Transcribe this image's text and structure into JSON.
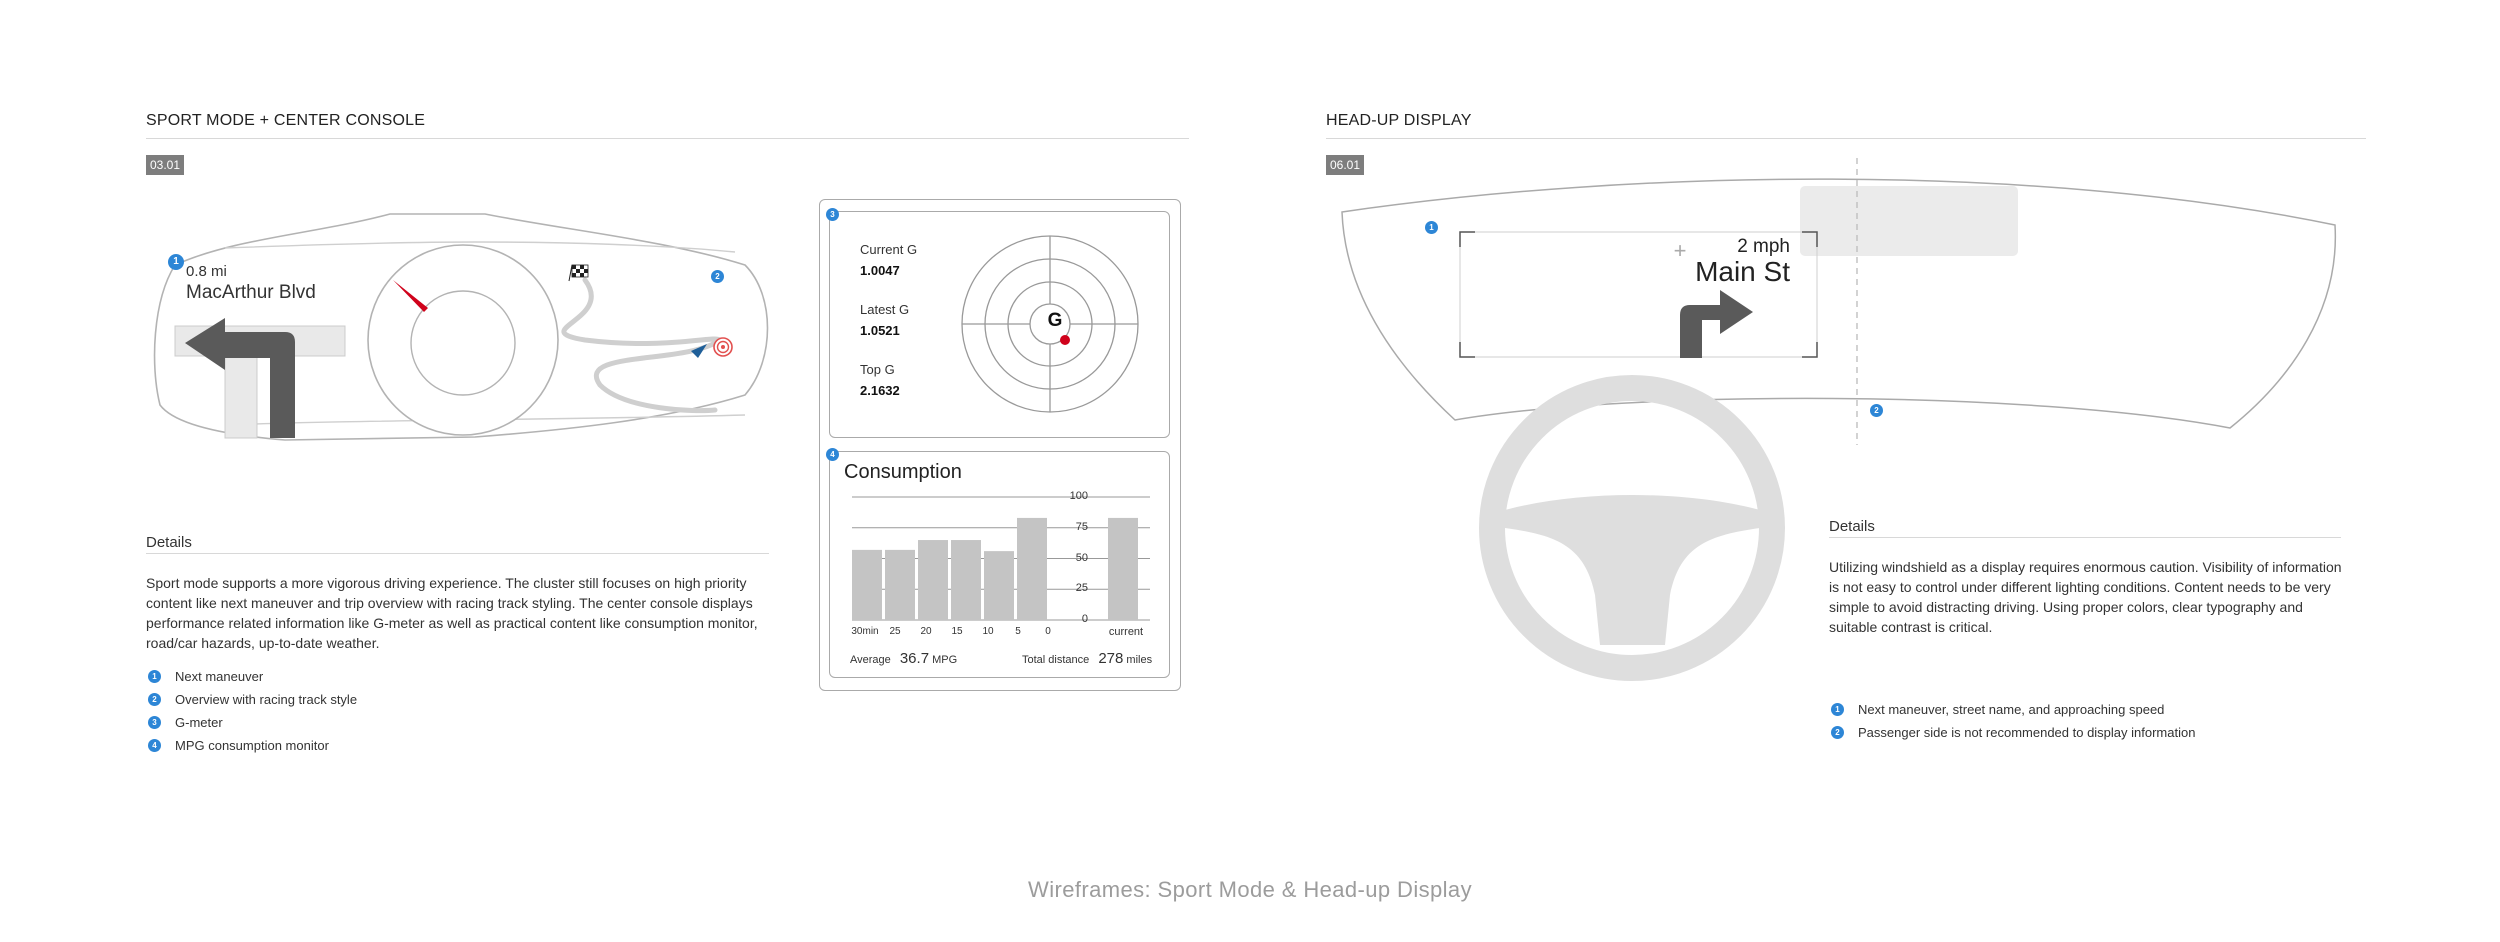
{
  "left_section": {
    "title": "SPORT MODE + CENTER CONSOLE",
    "tag": "03.01",
    "cluster": {
      "distance": "0.8 mi",
      "street": "MacArthur Blvd"
    },
    "details_title": "Details",
    "details_text": "Sport mode supports a more vigorous driving experience. The cluster still focuses on high priority content like next maneuver and trip overview with racing track styling. The center console displays performance related information like G-meter as well as practical content like consumption monitor, road/car hazards, up-to-date weather.",
    "legend": [
      {
        "num": "1",
        "label": "Next maneuver"
      },
      {
        "num": "2",
        "label": "Overview with racing track style"
      },
      {
        "num": "3",
        "label": "G-meter"
      },
      {
        "num": "4",
        "label": "MPG consumption monitor"
      }
    ]
  },
  "console": {
    "gmeter": {
      "current_label": "Current G",
      "current_value": "1.0047",
      "latest_label": "Latest G",
      "latest_value": "1.0521",
      "top_label": "Top G",
      "top_value": "2.1632",
      "center_letter": "G"
    },
    "consumption": {
      "title": "Consumption",
      "average_label": "Average",
      "average_value": "36.7",
      "average_unit": "MPG",
      "distance_label": "Total distance",
      "distance_value": "278",
      "distance_unit": "miles"
    }
  },
  "chart_data": {
    "type": "bar",
    "title": "Consumption",
    "categories": [
      "30min",
      "25",
      "20",
      "15",
      "10",
      "5",
      "0",
      "current"
    ],
    "values": [
      57,
      57,
      65,
      65,
      56,
      83,
      null,
      83
    ],
    "yticks": [
      "100",
      "75",
      "50",
      "25",
      "0"
    ],
    "ylim": [
      0,
      100
    ],
    "grid": true
  },
  "right_section": {
    "title": "HEAD-UP DISPLAY",
    "tag": "06.01",
    "hud": {
      "speed": "2 mph",
      "street": "Main St",
      "center_mark": "+"
    },
    "details_title": "Details",
    "details_text": "Utilizing windshield as a display requires enormous caution. Visibility of information is not easy to control under different lighting conditions. Content needs to be very simple to avoid distracting driving. Using proper colors, clear typography and suitable contrast is critical.",
    "legend": [
      {
        "num": "1",
        "label": "Next maneuver, street name, and approaching speed"
      },
      {
        "num": "2",
        "label": "Passenger side is not recommended to display information"
      }
    ]
  },
  "footer": "Wireframes: Sport Mode & Head-up Display",
  "colors": {
    "accent_blue": "#2d86d6",
    "needle_red": "#d0021b",
    "bar_gray": "#c4c4c4",
    "arrow_gray": "#5a5a5a"
  }
}
